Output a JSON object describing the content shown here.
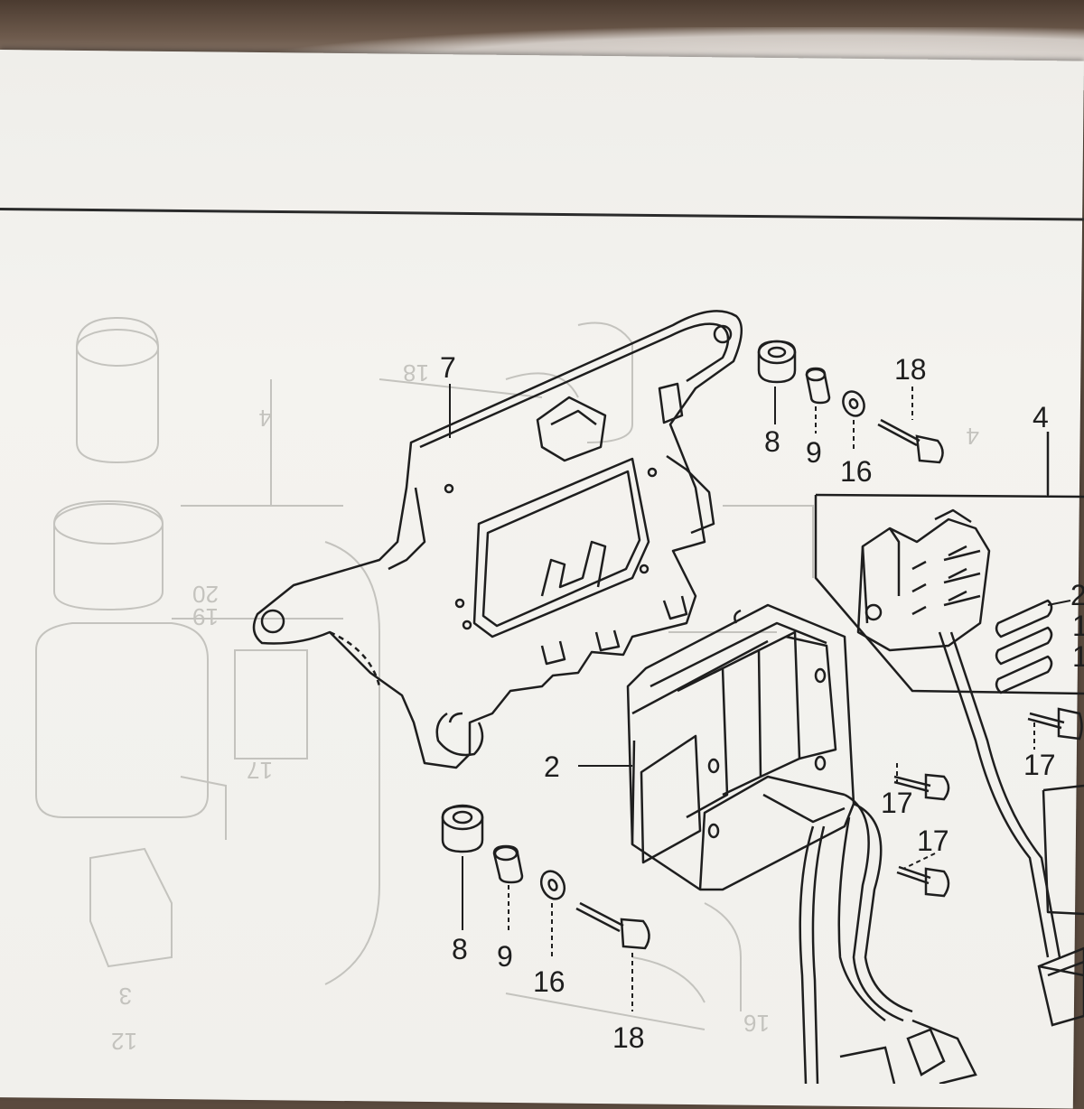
{
  "diagram": {
    "labels": {
      "l7": "7",
      "l8a": "8",
      "l9a": "9",
      "l16a": "16",
      "l18a": "18",
      "l4": "4",
      "l2": "2",
      "l8b": "8",
      "l9b": "9",
      "l16b": "16",
      "l18b": "18",
      "l17a": "17",
      "l17b": "17",
      "l17c": "17",
      "l2r": "2",
      "l1a": "1",
      "l1b": "1"
    },
    "faint_labels": {
      "f18": "18",
      "f4a": "4",
      "f4b": "4",
      "f17": "17",
      "f20": "20",
      "f19": "19",
      "f16": "16",
      "f12": "12",
      "f3": "3"
    },
    "colors": {
      "ink": "#1e1e1e",
      "faint_ink": "#b9b8b3",
      "paper": "#f2f1ed"
    }
  }
}
